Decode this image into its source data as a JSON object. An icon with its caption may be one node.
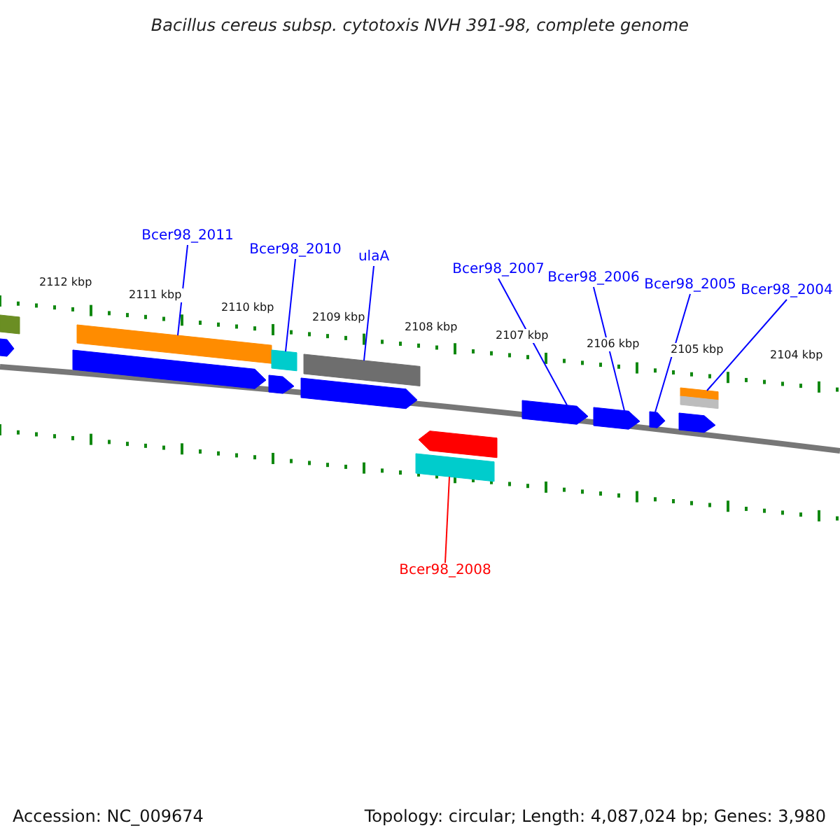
{
  "diagram": {
    "title": "Bacillus cereus subsp. cytotoxis NVH 391-98, complete genome",
    "nodes": [
      {
        "text": [
          "Bcer98_2011"
        ]
      },
      {
        "text": [
          "Bcer98_2010"
        ]
      },
      {
        "text": [
          "ulaA"
        ]
      },
      {
        "text": [
          "Bcer98_2007"
        ]
      },
      {
        "text": [
          "Bcer98_2006"
        ]
      },
      {
        "text": [
          "Bcer98_2005"
        ]
      },
      {
        "text": [
          "Bcer98_2004"
        ]
      },
      {
        "text": [
          "Bcer98_2008"
        ]
      },
      {
        "text": [],
        "shape": "bar"
      },
      {
        "text": [],
        "shape": "bar"
      },
      {
        "text": [],
        "shape": "bar"
      },
      {
        "text": [],
        "shape": "bar"
      },
      {
        "text": [],
        "shape": "bar"
      },
      {
        "text": [],
        "shape": "bar"
      },
      {
        "text": [],
        "shape": "bar"
      },
      {
        "text": [],
        "shape": "bar"
      },
      {
        "text": [],
        "shape": "bar"
      },
      {
        "text": [],
        "shape": "bar"
      },
      {
        "text": [],
        "shape": "bar"
      },
      {
        "text": [],
        "shape": "bar"
      },
      {
        "text": [],
        "shape": "bar"
      },
      {
        "text": [],
        "shape": "bar"
      },
      {
        "text": [],
        "shape": "bar"
      },
      {
        "text": [],
        "shape": "bar"
      }
    ],
    "edges": [
      {
        "from": 0,
        "to": 8,
        "arrow": "none"
      },
      {
        "from": 1,
        "to": 9,
        "arrow": "none"
      },
      {
        "from": 2,
        "to": 10,
        "arrow": "none"
      },
      {
        "from": 3,
        "to": 11,
        "arrow": "none"
      },
      {
        "from": 4,
        "to": 12,
        "arrow": "none"
      },
      {
        "from": 5,
        "to": 13,
        "arrow": "none"
      },
      {
        "from": 6,
        "to": 14,
        "arrow": "none"
      },
      {
        "from": 7,
        "to": 15,
        "arrow": "none",
        "color": "#ff0000"
      }
    ],
    "labels": [
      "2112 kbp",
      "2111 kbp",
      "2110 kbp",
      "2109 kbp",
      "2108 kbp",
      "2107 kbp",
      "2106 kbp",
      "2105 kbp",
      "2104 kbp",
      "Accession: NC_009674",
      "Topology: circular; Length: 4,087,024 bp; Genes: 3,980"
    ]
  }
}
